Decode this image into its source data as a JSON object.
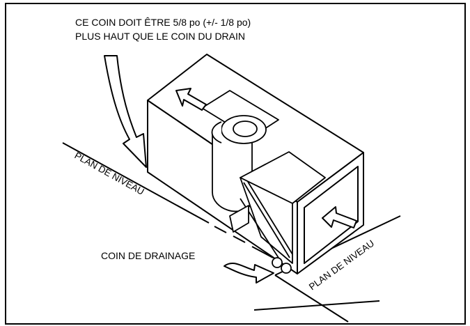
{
  "note": {
    "line1": "CE COIN DOIT ÊTRE 5/8 po (+/- 1/8 po)",
    "line2": "PLUS HAUT QUE LE COIN DU DRAIN"
  },
  "labels": {
    "level_plane_left": "PLAN DE NIVEAU",
    "level_plane_right": "PLAN DE NIVEAU",
    "drain_corner": "COIN DE DRAINAGE"
  }
}
